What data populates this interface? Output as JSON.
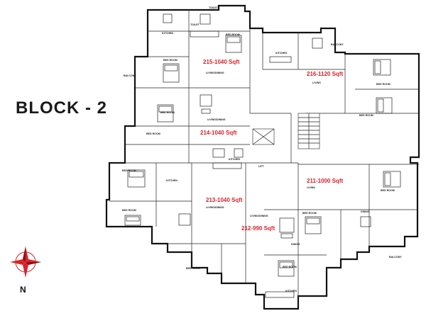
{
  "title": "BLOCK - 2",
  "compass_label": "N",
  "colors": {
    "unit_label": "#d8232a",
    "wall": "#111111",
    "compass_red": "#d8232a"
  },
  "units": [
    {
      "id": "215",
      "label": "215-1040 Sqft"
    },
    {
      "id": "216",
      "label": "216-1120 Sqft"
    },
    {
      "id": "214",
      "label": "214-1040 Sqft"
    },
    {
      "id": "213",
      "label": "213-1040 Sqft"
    },
    {
      "id": "211",
      "label": "211-1000 Sqft"
    },
    {
      "id": "212",
      "label": "212-990 Sqft"
    }
  ],
  "rooms": {
    "r01": "BED ROOM",
    "r02": "LIVING/DINING",
    "r03": "BED ROOM",
    "r04": "KITCHEN",
    "r05": "BALCONY",
    "r06": "LIVING",
    "r07": "BED ROOM",
    "r08": "BED ROOM",
    "r09": "LIVING/DINING",
    "r10": "BED ROOM",
    "r11": "KITCHEN",
    "r12": "LIFT",
    "r13": "BED ROOM",
    "r14": "LIVING",
    "r15": "BED ROOM",
    "r16": "LIVING/DINING",
    "r17": "BED ROOM",
    "r18": "BED ROOM",
    "r19": "DINING",
    "r20": "BED ROOM",
    "r21": "KITCHEN",
    "r22": "TOILET",
    "r23": "TOILET",
    "r24": "BALCONY",
    "r25": "KITCHEN",
    "r26": "BED ROOM",
    "r27": "BALCONY",
    "r28": "DINING",
    "r29": "LIVING/DINING",
    "r30": "KITCHEN",
    "r31": "BED ROOM"
  }
}
